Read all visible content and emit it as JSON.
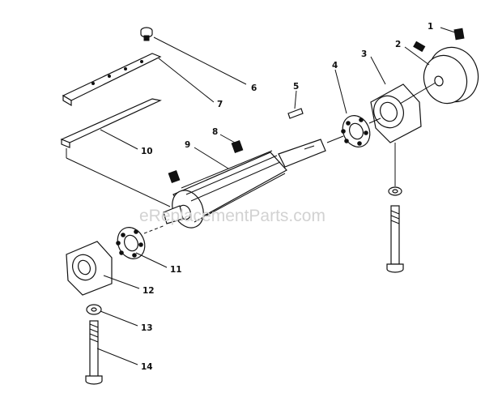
{
  "watermark": "eReplacementParts.com",
  "labels": [
    "1",
    "2",
    "3",
    "4",
    "5",
    "6",
    "7",
    "8",
    "9",
    "10",
    "11",
    "12",
    "13",
    "14"
  ],
  "colors": {
    "ink": "#111111",
    "paper": "#ffffff",
    "watermark": "#d2d2d2"
  }
}
